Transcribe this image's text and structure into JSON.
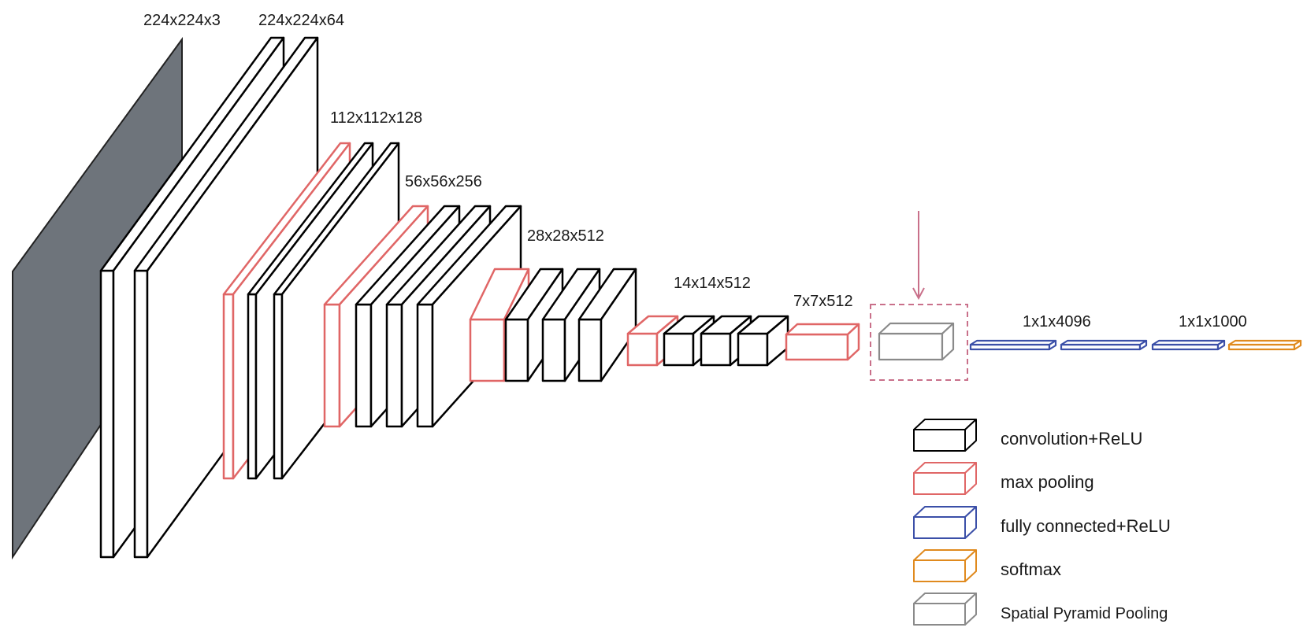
{
  "dimension_labels": {
    "input": "224x224x3",
    "block1": "224x224x64",
    "block2": "112x112x128",
    "block3": "56x56x256",
    "block4": "28x28x512",
    "block5": "14x14x512",
    "pool5": "7x7x512",
    "fc": "1x1x4096",
    "output": "1x1x1000"
  },
  "legend": [
    {
      "label": "convolution+ReLU",
      "color": "#000000"
    },
    {
      "label": "max pooling",
      "color": "#e06666"
    },
    {
      "label": "fully connected+ReLU",
      "color": "#3b4fa8"
    },
    {
      "label": "softmax",
      "color": "#e08a1e"
    },
    {
      "label": "Spatial Pyramid Pooling",
      "color": "#8a8a8a"
    }
  ],
  "colors": {
    "conv": "#000000",
    "pool": "#e06666",
    "fc": "#3b4fa8",
    "softmax": "#e08a1e",
    "spp": "#8a8a8a",
    "input_fill": "#6e747b",
    "highlight": "#c9708a"
  }
}
